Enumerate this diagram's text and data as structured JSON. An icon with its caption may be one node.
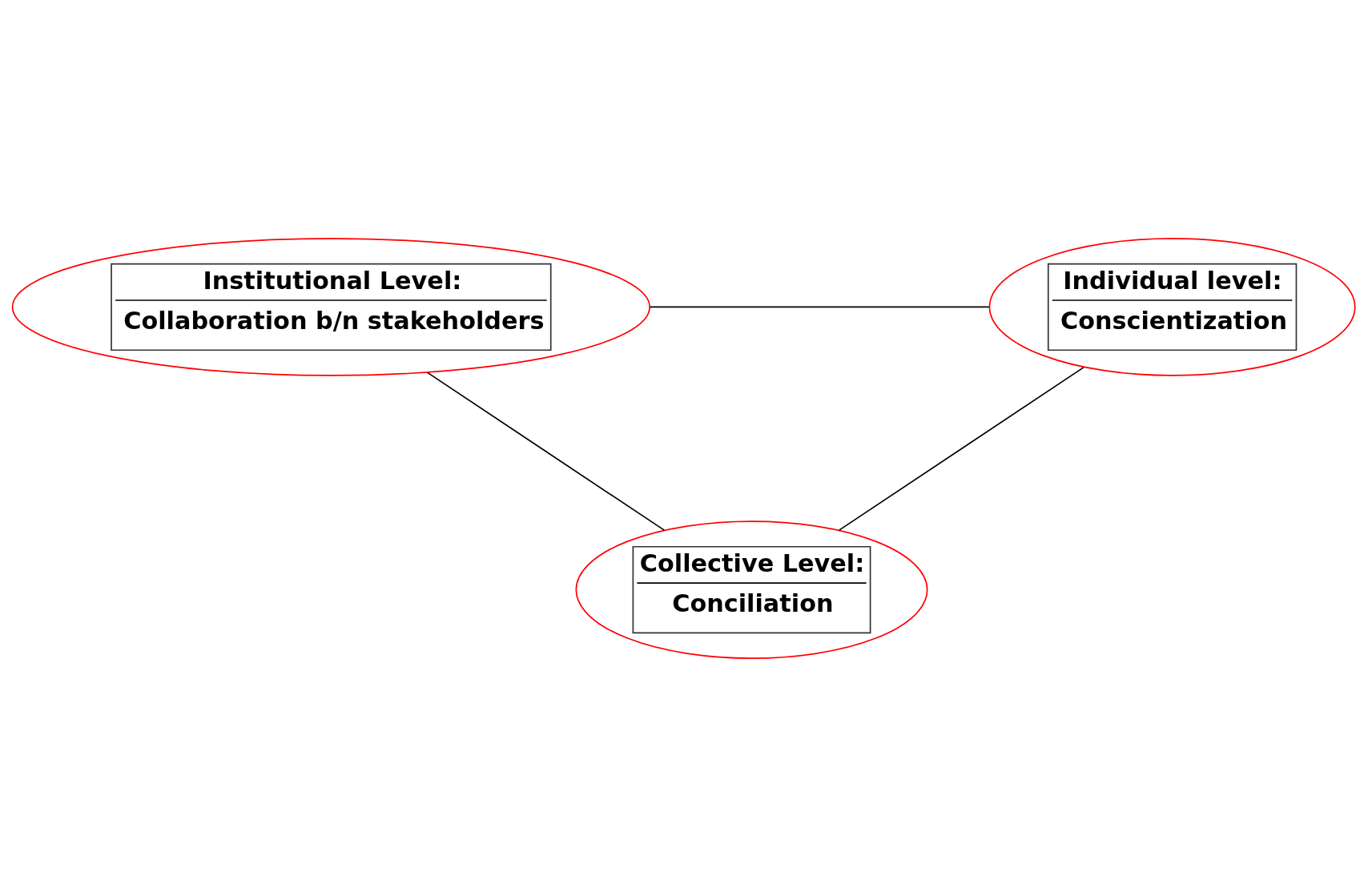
{
  "diagram": {
    "nodes": [
      {
        "text": [
          "Institutional Level:",
          "Collaboration b/n stakeholders"
        ]
      },
      {
        "text": [
          "Individual level:",
          "Conscientization"
        ]
      },
      {
        "text": [
          "Collective Level:",
          "Conciliation"
        ]
      }
    ],
    "edges": [
      {
        "from": 0,
        "to": 1,
        "arrow": "none"
      },
      {
        "from": 1,
        "to": 2,
        "arrow": "none"
      },
      {
        "from": 0,
        "to": 2,
        "arrow": "none"
      }
    ]
  }
}
